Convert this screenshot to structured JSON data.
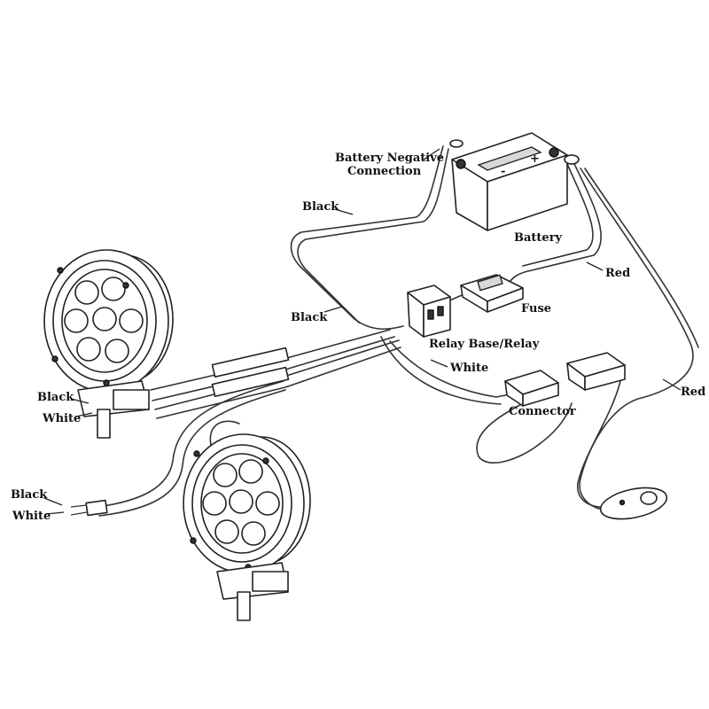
{
  "labels": {
    "battery_negative": "Battery Negative",
    "connection": "Connection",
    "black_top": "Black",
    "battery": "Battery",
    "red_top": "Red",
    "fuse": "Fuse",
    "black_mid": "Black",
    "relay": "Relay Base/Relay",
    "white_mid": "White",
    "connector": "Connector",
    "red_right": "Red",
    "black_lamp": "Black",
    "white_lamp": "White",
    "black_end": "Black",
    "white_end": "White"
  },
  "battery_marks": {
    "minus": "-",
    "plus": "+"
  }
}
